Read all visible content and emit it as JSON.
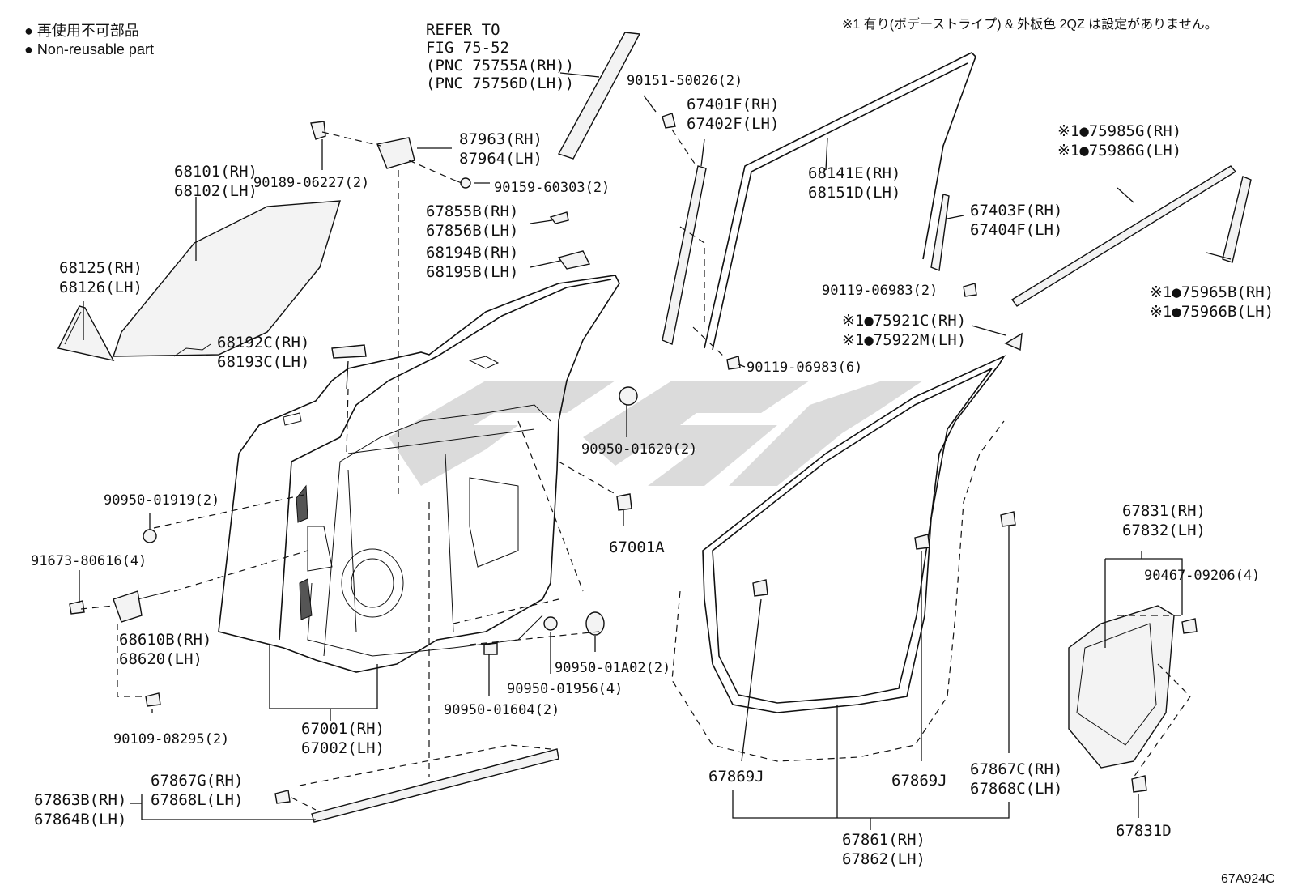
{
  "legend": {
    "jp": "● 再使用不可部品",
    "en": "● Non-reusable part"
  },
  "note": "※1 有り(ボデーストライプ) & 外板色 2QZ は設定がありません。",
  "refer": [
    "REFER TO",
    "FIG 75-52",
    "(PNC 75755A(RH))",
    "(PNC 75756D(LH))"
  ],
  "diagram_id": "67A924C",
  "labels": {
    "p68101": [
      "68101(RH)",
      "68102(LH)"
    ],
    "p68125": [
      "68125(RH)",
      "68126(LH)"
    ],
    "p90189": "90189-06227(2)",
    "p87963": [
      "87963(RH)",
      "87964(LH)"
    ],
    "p90159": "90159-60303(2)",
    "p67855": [
      "67855B(RH)",
      "67856B(LH)"
    ],
    "p68194": [
      "68194B(RH)",
      "68195B(LH)"
    ],
    "p68192": [
      "68192C(RH)",
      "68193C(LH)"
    ],
    "p90151": "90151-50026(2)",
    "p67401": [
      "67401F(RH)",
      "67402F(LH)"
    ],
    "p68141": [
      "68141E(RH)",
      "68151D(LH)"
    ],
    "p67403": [
      "67403F(RH)",
      "67404F(LH)"
    ],
    "p90119a": "90119-06983(2)",
    "p75985": [
      "※1●75985G(RH)",
      "※1●75986G(LH)"
    ],
    "p75965": [
      "※1●75965B(RH)",
      "※1●75966B(LH)"
    ],
    "p75921": [
      "※1●75921C(RH)",
      "※1●75922M(LH)"
    ],
    "p90119b": "90119-06983(6)",
    "p90950_01620": "90950-01620(2)",
    "p90950_01919": "90950-01919(2)",
    "p67001A": "67001A",
    "p91673": "91673-80616(4)",
    "p68610": [
      "68610B(RH)",
      "68620(LH)"
    ],
    "p90950_01A02": "90950-01A02(2)",
    "p90950_01956": "90950-01956(4)",
    "p90950_01604": "90950-01604(2)",
    "p90109": "90109-08295(2)",
    "p67001": [
      "67001(RH)",
      "67002(LH)"
    ],
    "p67867G": [
      "67867G(RH)",
      "67868L(LH)"
    ],
    "p67863": [
      "67863B(RH)",
      "67864B(LH)"
    ],
    "p67831": [
      "67831(RH)",
      "67832(LH)"
    ],
    "p90467": "90467-09206(4)",
    "p67831D": "67831D",
    "p67869J_a": "67869J",
    "p67869J_b": "67869J",
    "p67867C": [
      "67867C(RH)",
      "67868C(LH)"
    ],
    "p67861": [
      "67861(RH)",
      "67862(LH)"
    ]
  }
}
